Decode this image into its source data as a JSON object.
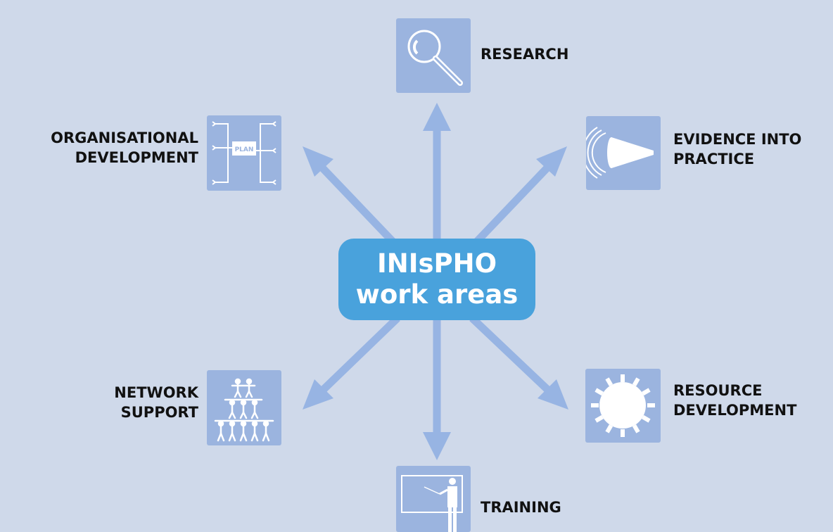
{
  "center": {
    "line1": "INIsPHO",
    "line2": "work areas"
  },
  "areas": [
    {
      "id": "research",
      "label": "RESEARCH",
      "icon": "magnifier-icon"
    },
    {
      "id": "evidence",
      "label": "EVIDENCE INTO\nPRACTICE",
      "icon": "megaphone-icon"
    },
    {
      "id": "resource",
      "label": "RESOURCE\nDEVELOPMENT",
      "icon": "sun-ring-icon"
    },
    {
      "id": "training",
      "label": "TRAINING",
      "icon": "lecturer-icon"
    },
    {
      "id": "network",
      "label": "NETWORK\nSUPPORT",
      "icon": "human-pyramid-icon"
    },
    {
      "id": "organisational",
      "label": "ORGANISATIONAL\nDEVELOPMENT",
      "icon": "plan-flowchart-icon",
      "icon_text": "PLAN"
    }
  ],
  "colors": {
    "background": "#cfd9ea",
    "arrow": "#97b4e3",
    "tile": "#9bb4df",
    "center": "#49a2dc"
  }
}
